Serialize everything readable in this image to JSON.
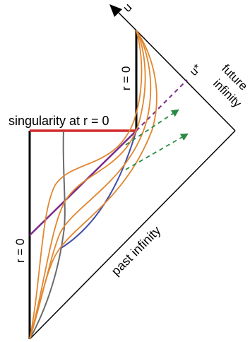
{
  "labels": {
    "u_axis": "u",
    "r_zero_top": "r = 0",
    "r_zero_left": "r = 0",
    "u_star": "u*",
    "singularity": "singularity at r = 0",
    "future_infinity_line1": "future",
    "future_infinity_line2": "infinity",
    "past_infinity": "past infinity"
  },
  "colors": {
    "boundary": "#000000",
    "singularity": "#d42a2a",
    "shell_curves": "#e0872f",
    "apparent_horizon": "#6b6b6b",
    "event_horizon": "#3f4ea8",
    "u_star_line": "#7a2a8a",
    "null_ray_arrows": "#2a8a45"
  },
  "icons": {
    "u_axis_arrow": "arrowhead-icon",
    "null_ray_arrow": "arrowhead-icon"
  }
}
